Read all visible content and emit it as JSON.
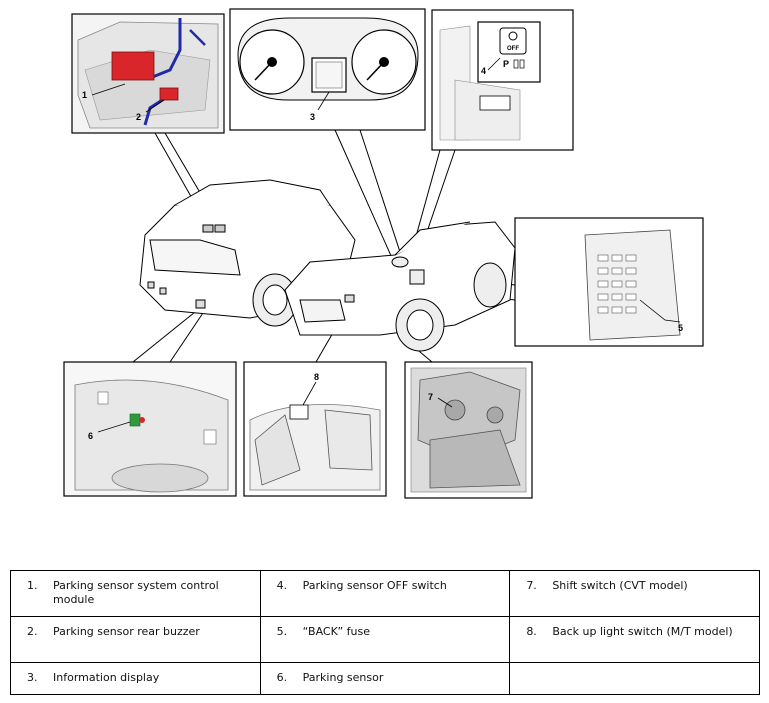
{
  "callouts": {
    "c1": "1",
    "c2": "2",
    "c3": "3",
    "c4": "4",
    "c5": "5",
    "c6": "6",
    "c7": "7",
    "c8": "8"
  },
  "display": {
    "off_label": "OFF",
    "p_label": "P"
  },
  "legend": {
    "rows": [
      [
        {
          "num": "1.",
          "label": "Parking sensor system control module"
        },
        {
          "num": "4.",
          "label": "Parking sensor OFF switch"
        },
        {
          "num": "7.",
          "label": "Shift switch (CVT model)"
        }
      ],
      [
        {
          "num": "2.",
          "label": "Parking sensor rear buzzer"
        },
        {
          "num": "5.",
          "label": "“BACK” fuse"
        },
        {
          "num": "8.",
          "label": "Back up light switch (M/T model)"
        }
      ],
      [
        {
          "num": "3.",
          "label": "Information display"
        },
        {
          "num": "6.",
          "label": "Parking sensor"
        },
        {
          "num": "",
          "label": ""
        }
      ]
    ]
  },
  "colors": {
    "module_red": "#d8262b",
    "harness_blue": "#1f2aa8",
    "sensor_green": "#2e9a3c",
    "line": "#000000"
  }
}
